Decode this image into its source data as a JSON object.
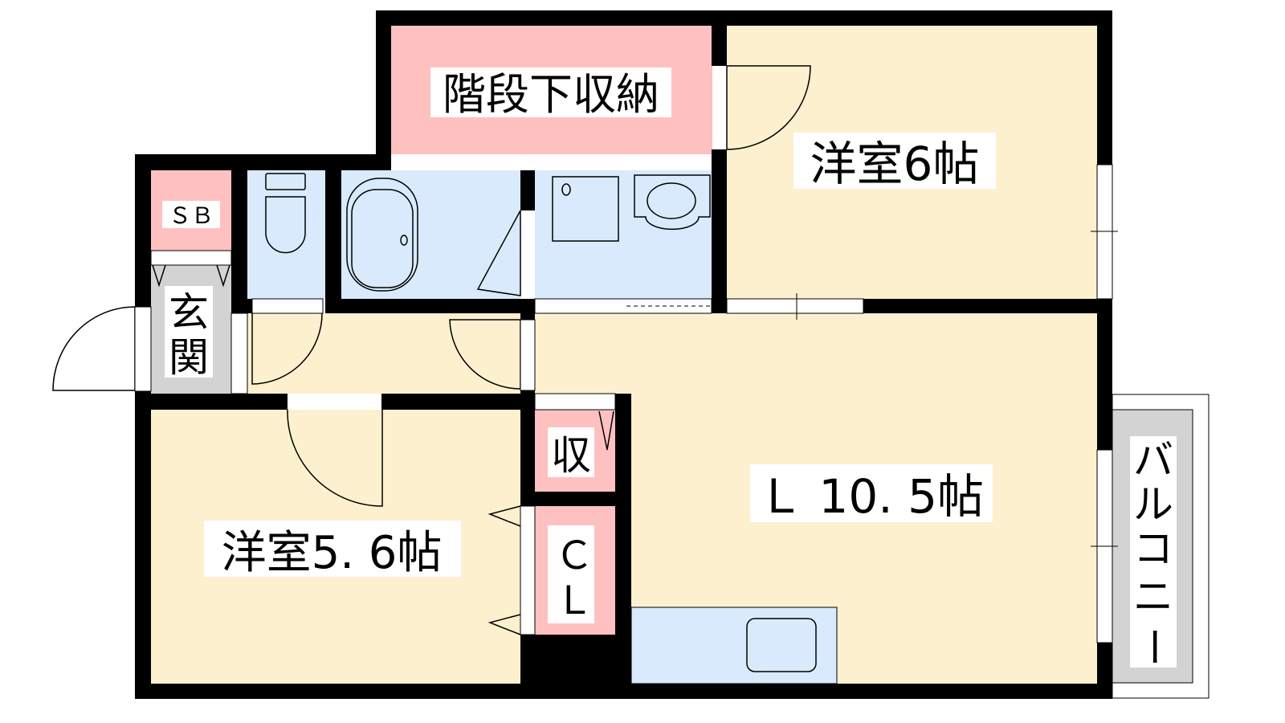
{
  "rooms": {
    "stair_storage": "階段下収納",
    "western_room_6": "洋室6帖",
    "shoe_box": "ＳＢ",
    "entrance_1": "玄",
    "entrance_2": "関",
    "storage": "収",
    "closet_1": "Ｃ",
    "closet_2": "Ｌ",
    "living": "Ｌ 10. 5帖",
    "western_room_56": "洋室5. 6帖",
    "balcony_1": "バ",
    "balcony_2": "ル",
    "balcony_3": "コ",
    "balcony_4": "ニ",
    "balcony_5": "ー"
  },
  "colors": {
    "room": "#fdf0cf",
    "storage": "#ffc0c0",
    "wet": "#d9eafd",
    "entrance": "#d3d3d3",
    "wall": "#000000"
  }
}
